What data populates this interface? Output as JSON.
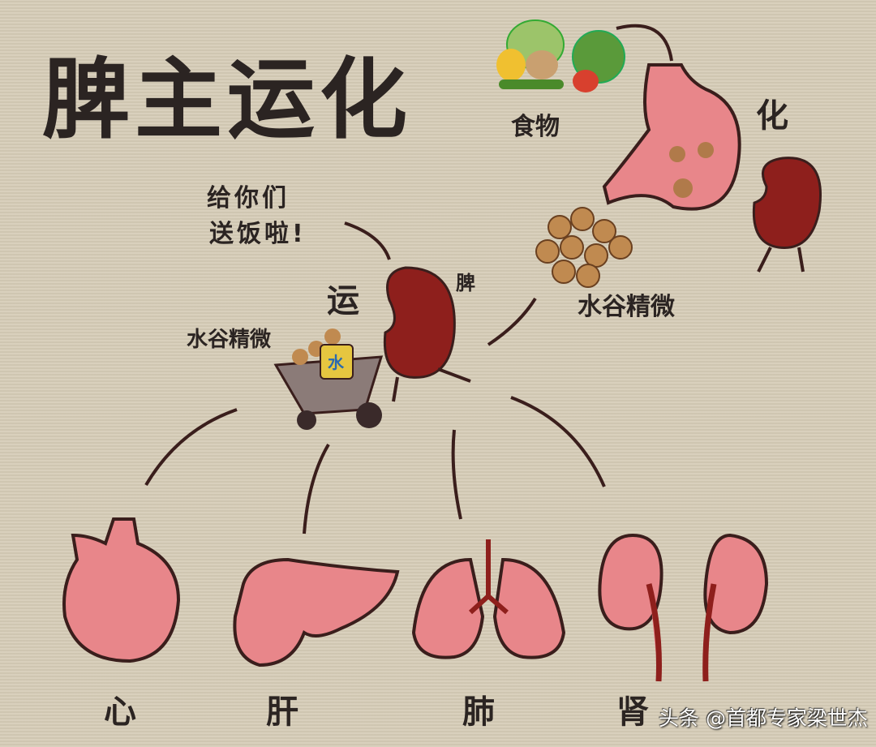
{
  "title": "脾主运化",
  "top": {
    "food": "食物",
    "transform": "化",
    "essence": "水谷精微"
  },
  "spleen": {
    "speech_line1": "给你们",
    "speech_line2": "送饭啦!",
    "transport": "运",
    "label": "脾",
    "cart_label": "水谷精微",
    "bucket": "水"
  },
  "organs": [
    {
      "label": "心"
    },
    {
      "label": "肝"
    },
    {
      "label": "肺"
    },
    {
      "label": "肾"
    }
  ],
  "watermark": "头条 @首都专家梁世杰",
  "colors": {
    "background": "#d6ccb7",
    "organ_pink": "#e8868a",
    "spleen_red": "#8e1f1c",
    "outline": "#3a1e1c"
  }
}
